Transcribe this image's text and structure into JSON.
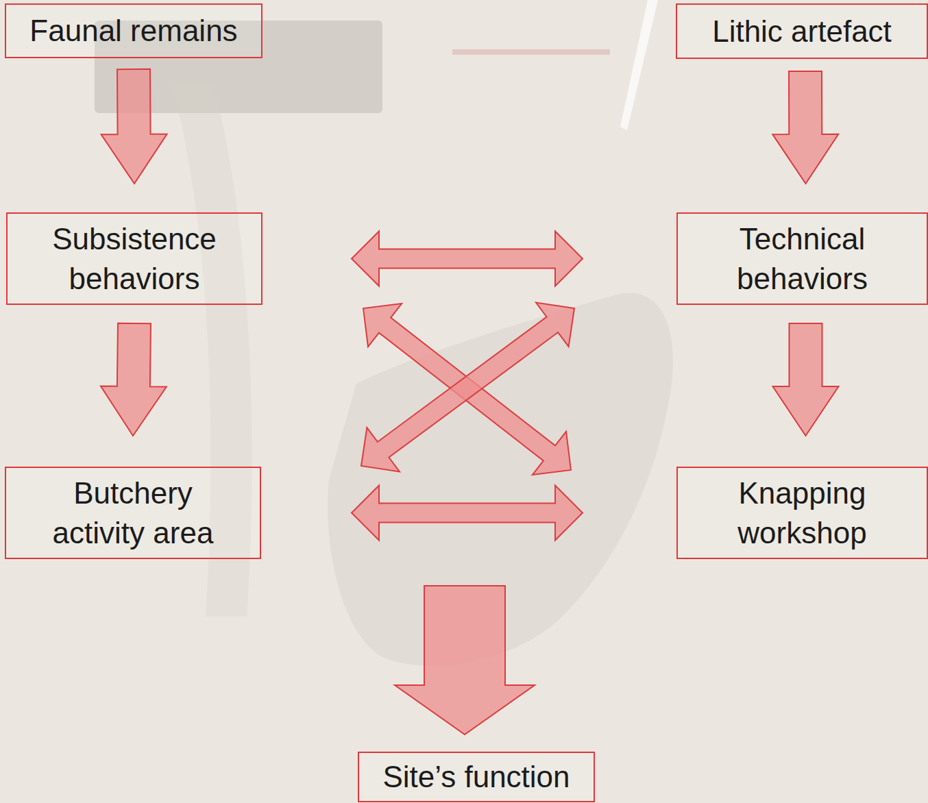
{
  "diagram": {
    "nodes": [
      {
        "text": [
          "Faunal remains"
        ]
      },
      {
        "text": [
          "Lithic artefact"
        ]
      },
      {
        "text": [
          "Subsistence behaviors"
        ]
      },
      {
        "text": [
          "Technical behaviors"
        ]
      },
      {
        "text": [
          "Butchery activity area"
        ]
      },
      {
        "text": [
          "Knapping workshop"
        ]
      },
      {
        "text": [
          "Site’s function"
        ]
      }
    ],
    "edges": [
      {
        "from": 0,
        "to": 2,
        "arrow": "to"
      },
      {
        "from": 1,
        "to": 3,
        "arrow": "to"
      },
      {
        "from": 2,
        "to": 3,
        "arrow": "both"
      },
      {
        "from": 2,
        "to": 5,
        "arrow": "both"
      },
      {
        "from": 3,
        "to": 4,
        "arrow": "both"
      },
      {
        "from": 2,
        "to": 4,
        "arrow": "to"
      },
      {
        "from": 3,
        "to": 5,
        "arrow": "to"
      },
      {
        "from": 4,
        "to": 5,
        "arrow": "both"
      }
    ]
  }
}
